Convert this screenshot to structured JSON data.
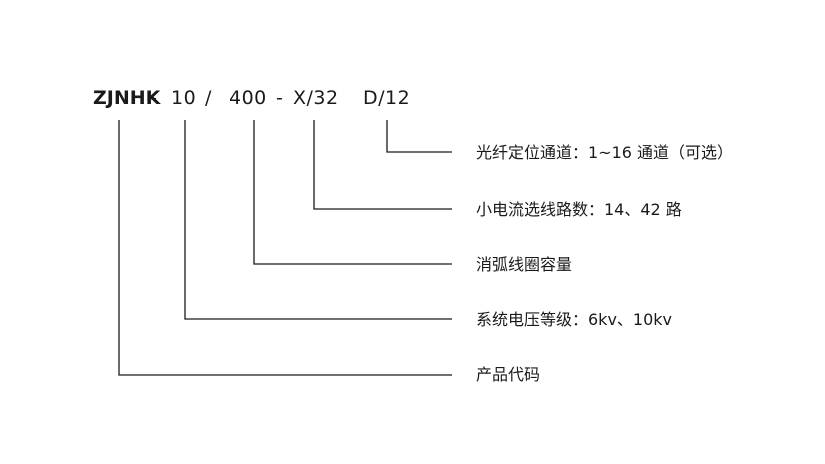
{
  "model_code": {
    "prefix": "ZJNHK",
    "dash1": "-",
    "voltage": "10",
    "slash1": "/",
    "capacity": "400",
    "dash2": "-",
    "circuits": "X/32",
    "fiber": "D/12"
  },
  "legend": [
    {
      "id": "fiber",
      "text": "光纤定位通道：1~16 通道（可选）"
    },
    {
      "id": "circuits",
      "text": "小电流选线路数：14、42 路"
    },
    {
      "id": "capacity",
      "text": "消弧线圈容量"
    },
    {
      "id": "voltage",
      "text": "系统电压等级：6kv、10kv"
    },
    {
      "id": "prefix",
      "text": "产品代码"
    }
  ],
  "colors": {
    "line": "#1a1a1a",
    "text": "#1a1a1a",
    "background": "#ffffff"
  }
}
